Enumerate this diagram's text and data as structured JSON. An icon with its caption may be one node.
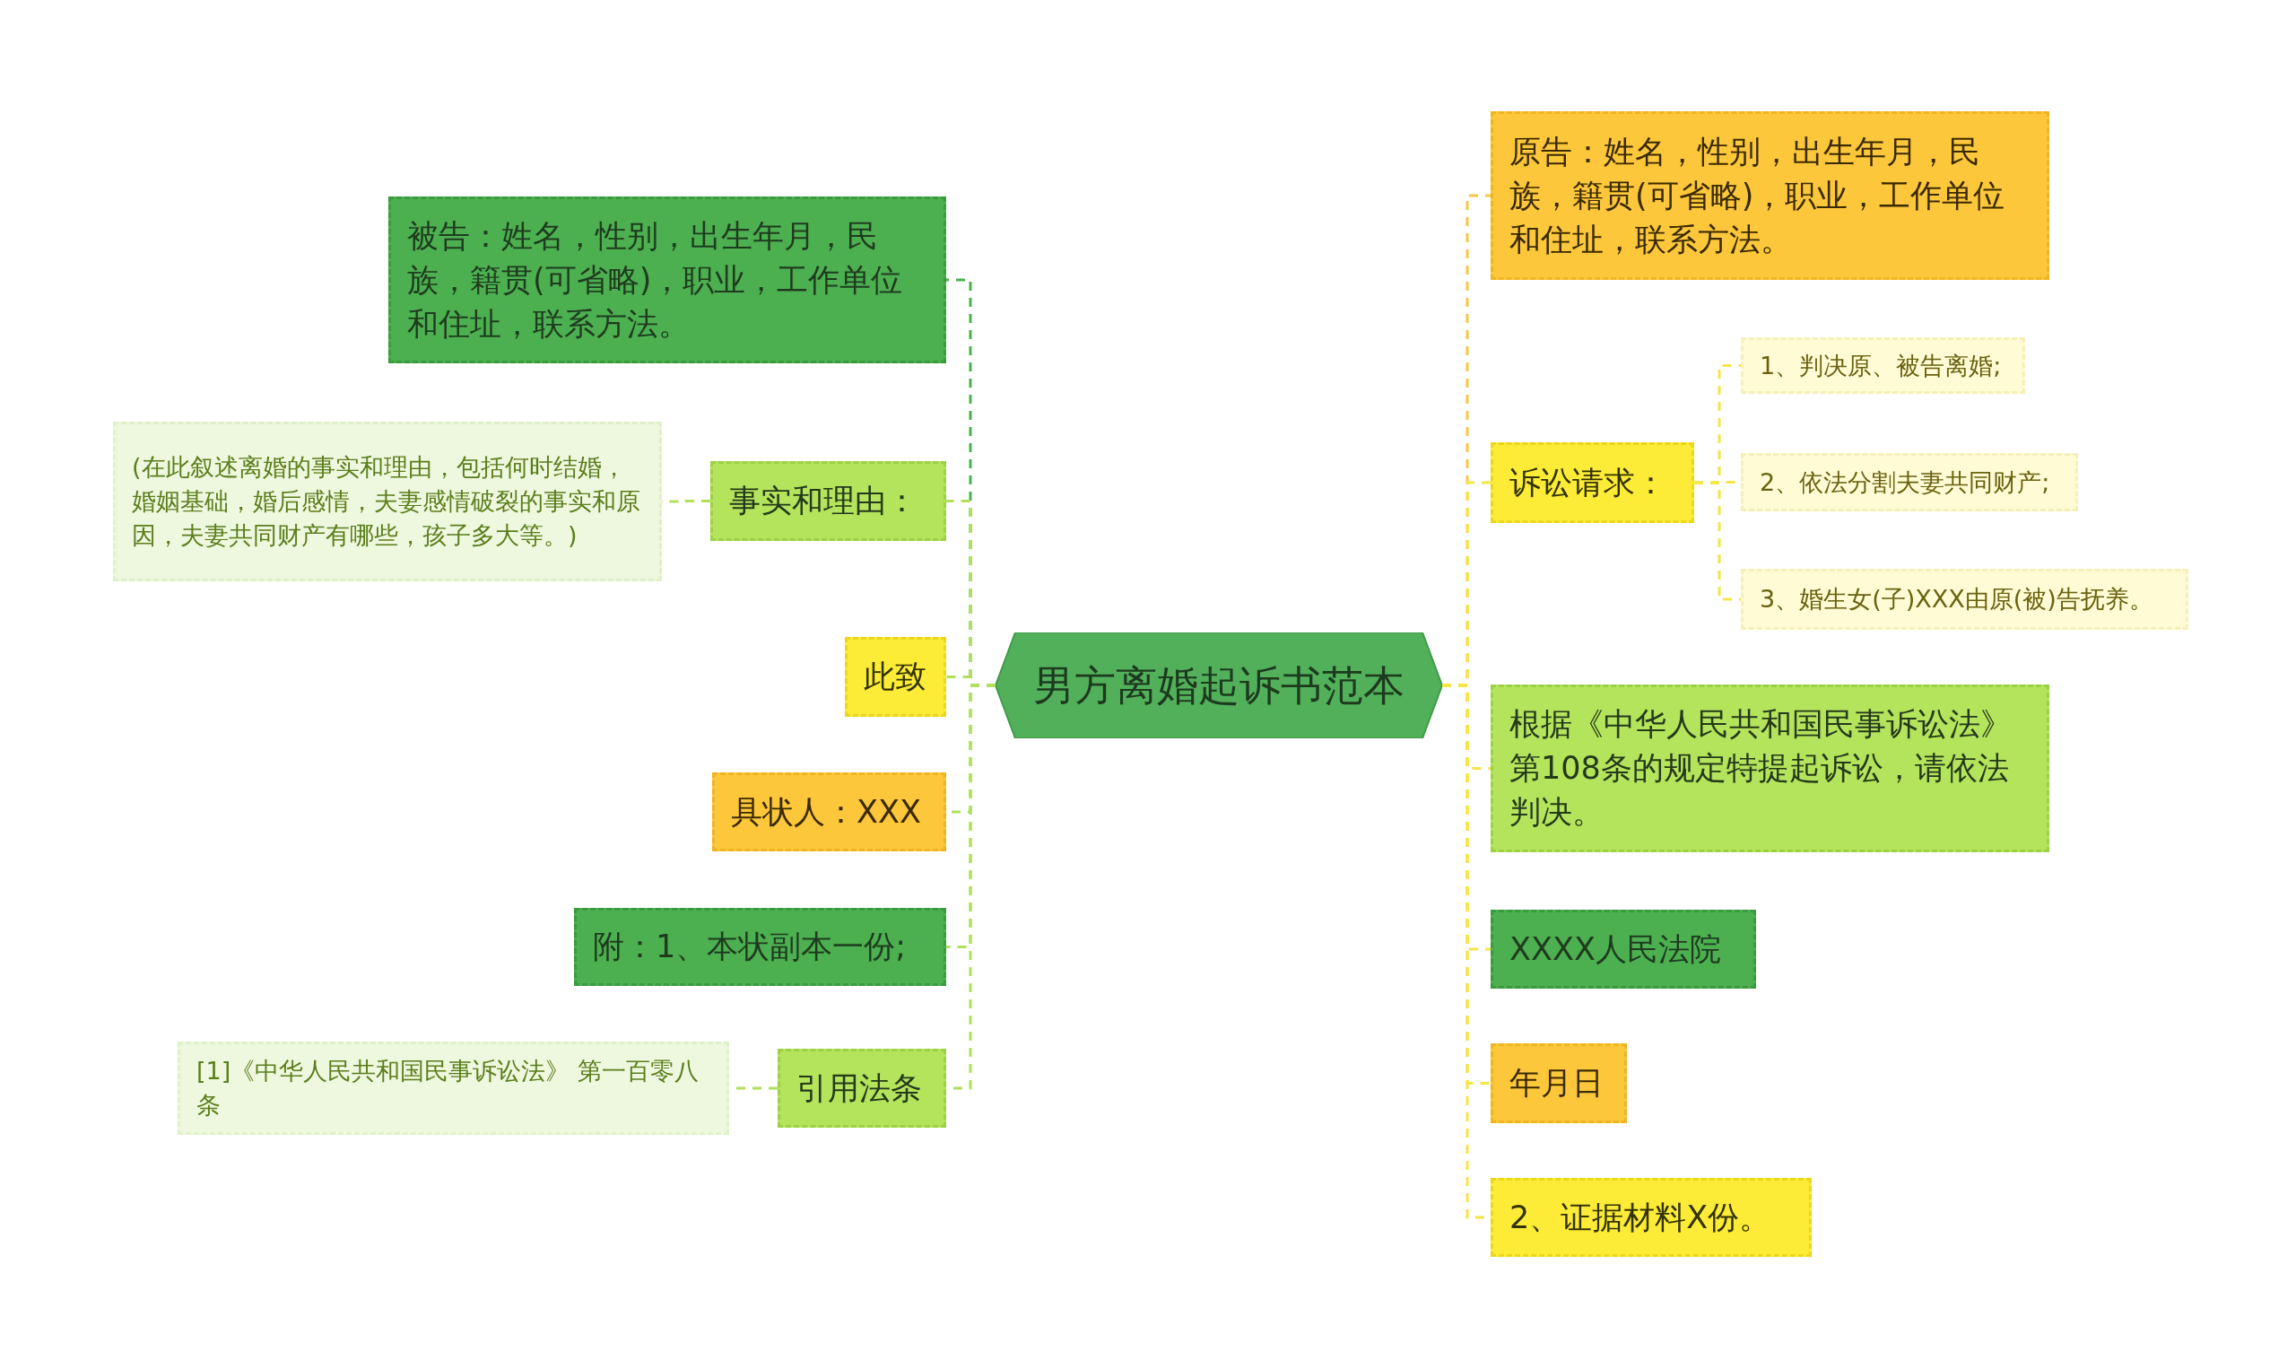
{
  "diagram": {
    "nodes": [
      {
        "text": [
          "男方离婚起诉书范本"
        ]
      },
      {
        "text": [
          "被告：姓名，性别，出生年月，民族，籍贯(可省略)，职业，工作单位和住址，联系方法。"
        ]
      },
      {
        "text": [
          "事实和理由："
        ]
      },
      {
        "text": [
          "(在此叙述离婚的事实和理由，包括何时结婚，婚姻基础，婚后感情，夫妻感情破裂的事实和原因，夫妻共同财产有哪些，孩子多大等。)"
        ]
      },
      {
        "text": [
          "此致"
        ]
      },
      {
        "text": [
          "具状人：XXX"
        ]
      },
      {
        "text": [
          "附：1、本状副本一份;"
        ]
      },
      {
        "text": [
          "引用法条"
        ]
      },
      {
        "text": [
          "[1]《中华人民共和国民事诉讼法》 第一百零八条"
        ]
      },
      {
        "text": [
          "原告：姓名，性别，出生年月，民族，籍贯(可省略)，职业，工作单位和住址，联系方法。"
        ]
      },
      {
        "text": [
          "诉讼请求："
        ]
      },
      {
        "text": [
          "1、判决原、被告离婚;"
        ]
      },
      {
        "text": [
          "2、依法分割夫妻共同财产;"
        ]
      },
      {
        "text": [
          "3、婚生女(子)XXX由原(被)告抚养。"
        ]
      },
      {
        "text": [
          "根据《中华人民共和国民事诉讼法》第108条的规定特提起诉讼，请依法判决。"
        ]
      },
      {
        "text": [
          "XXXX人民法院"
        ]
      },
      {
        "text": [
          "年月日"
        ]
      },
      {
        "text": [
          "2、证据材料X份。"
        ]
      }
    ],
    "edges": [
      {
        "from": 0,
        "to": 1,
        "arrow": "none",
        "style": "dashed",
        "color": "#4caf50"
      },
      {
        "from": 0,
        "to": 2,
        "arrow": "none",
        "style": "dashed",
        "color": "#b0e05a"
      },
      {
        "from": 2,
        "to": 3,
        "arrow": "none",
        "style": "dashed",
        "color": "#b0e05a"
      },
      {
        "from": 0,
        "to": 4,
        "arrow": "none",
        "style": "dashed",
        "color": "#b0e05a"
      },
      {
        "from": 0,
        "to": 5,
        "arrow": "none",
        "style": "dashed",
        "color": "#b0e05a"
      },
      {
        "from": 0,
        "to": 6,
        "arrow": "none",
        "style": "dashed",
        "color": "#b0e05a"
      },
      {
        "from": 0,
        "to": 7,
        "arrow": "none",
        "style": "dashed",
        "color": "#b0e05a"
      },
      {
        "from": 7,
        "to": 8,
        "arrow": "none",
        "style": "dashed",
        "color": "#b0e05a"
      },
      {
        "from": 0,
        "to": 9,
        "arrow": "none",
        "style": "dashed",
        "color": "#f5c842"
      },
      {
        "from": 0,
        "to": 10,
        "arrow": "none",
        "style": "dashed",
        "color": "#f5e642"
      },
      {
        "from": 10,
        "to": 11,
        "arrow": "none",
        "style": "dashed",
        "color": "#f5e642"
      },
      {
        "from": 10,
        "to": 12,
        "arrow": "none",
        "style": "dashed",
        "color": "#f5e642"
      },
      {
        "from": 10,
        "to": 13,
        "arrow": "none",
        "style": "dashed",
        "color": "#f5e642"
      },
      {
        "from": 0,
        "to": 14,
        "arrow": "none",
        "style": "dashed",
        "color": "#f5e642"
      },
      {
        "from": 0,
        "to": 15,
        "arrow": "none",
        "style": "dashed",
        "color": "#f5e642"
      },
      {
        "from": 0,
        "to": 16,
        "arrow": "none",
        "style": "dashed",
        "color": "#f5e642"
      },
      {
        "from": 0,
        "to": 17,
        "arrow": "none",
        "style": "dashed",
        "color": "#f5e642"
      }
    ]
  }
}
